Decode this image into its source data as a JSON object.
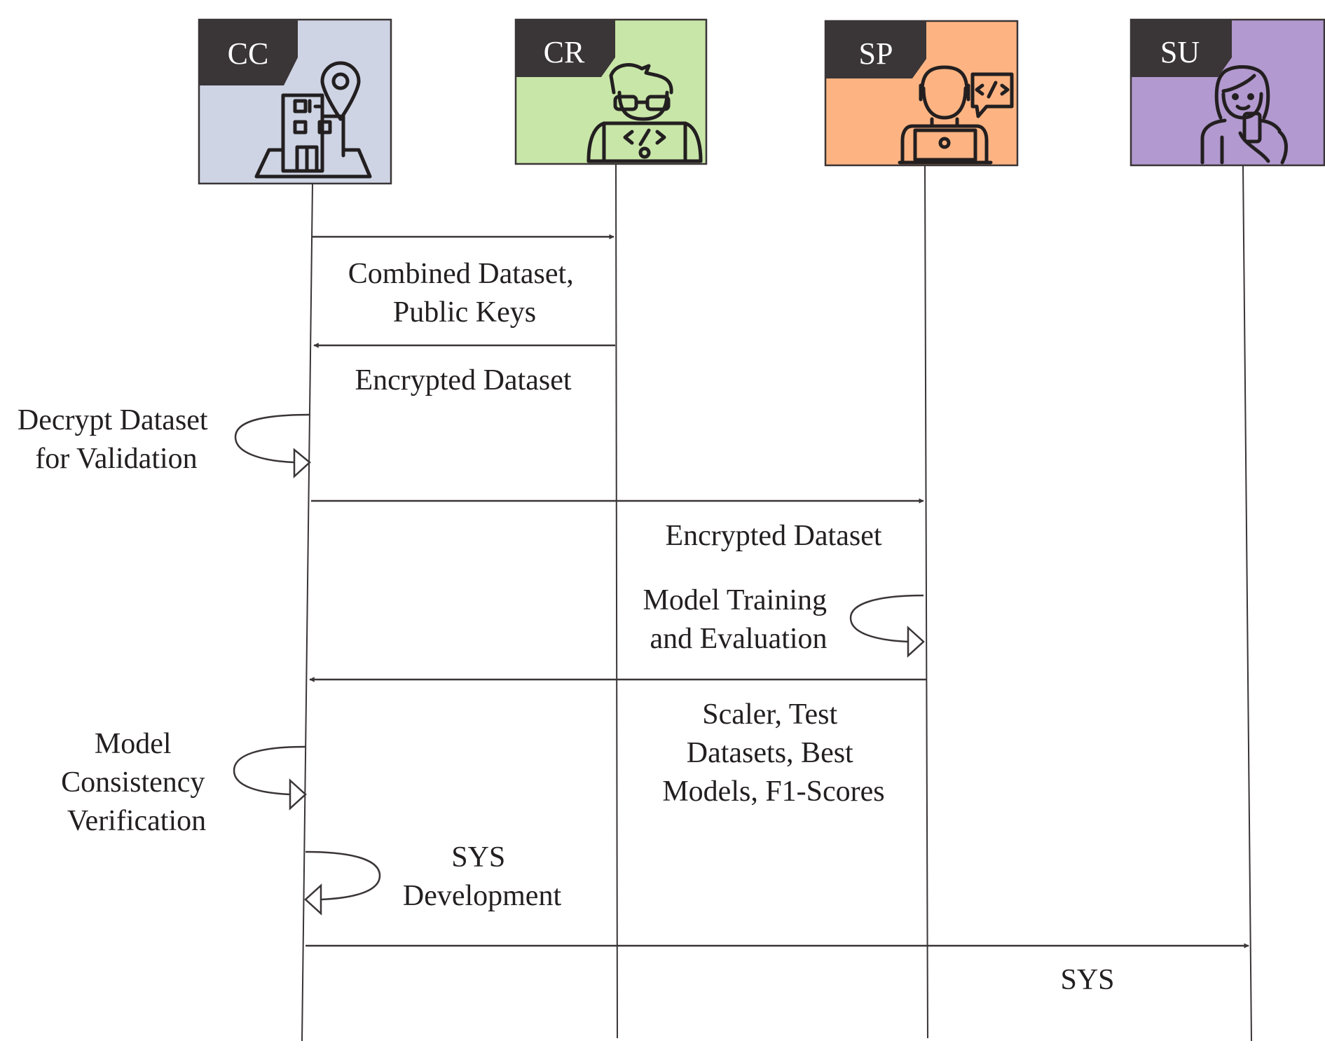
{
  "colors": {
    "ink": "#3a3536",
    "tag_bg": "#3a3536",
    "CC": "#ced4e4",
    "CR": "#c8e6a8",
    "SP": "#fdb482",
    "SU": "#b299cf"
  },
  "participants": [
    {
      "id": "CC",
      "label": "CC",
      "icon": "building-location-icon"
    },
    {
      "id": "CR",
      "label": "CR",
      "icon": "developer-laptop-icon"
    },
    {
      "id": "SP",
      "label": "SP",
      "icon": "coder-chat-icon"
    },
    {
      "id": "SU",
      "label": "SU",
      "icon": "user-phone-icon"
    }
  ],
  "messages": [
    {
      "from": "CC",
      "to": "CR",
      "label": [
        "Combined Dataset,",
        "Public Keys"
      ]
    },
    {
      "from": "CR",
      "to": "CC",
      "label": [
        "Encrypted Dataset"
      ]
    },
    {
      "self": "CC",
      "label": [
        "Decrypt Dataset",
        "for Validation"
      ]
    },
    {
      "from": "CC",
      "to": "SP",
      "label": [
        "Encrypted Dataset"
      ]
    },
    {
      "self": "SP",
      "label": [
        "Model Training",
        "and Evaluation"
      ]
    },
    {
      "from": "SP",
      "to": "CC",
      "label": [
        "Scaler, Test",
        "Datasets, Best",
        "Models, F1-Scores"
      ]
    },
    {
      "self": "CC",
      "label": [
        "Model",
        "Consistency",
        "Verification"
      ]
    },
    {
      "self": "CC",
      "label": [
        "SYS",
        "Development"
      ]
    },
    {
      "from": "CC",
      "to": "SU",
      "label": [
        "SYS"
      ]
    }
  ]
}
